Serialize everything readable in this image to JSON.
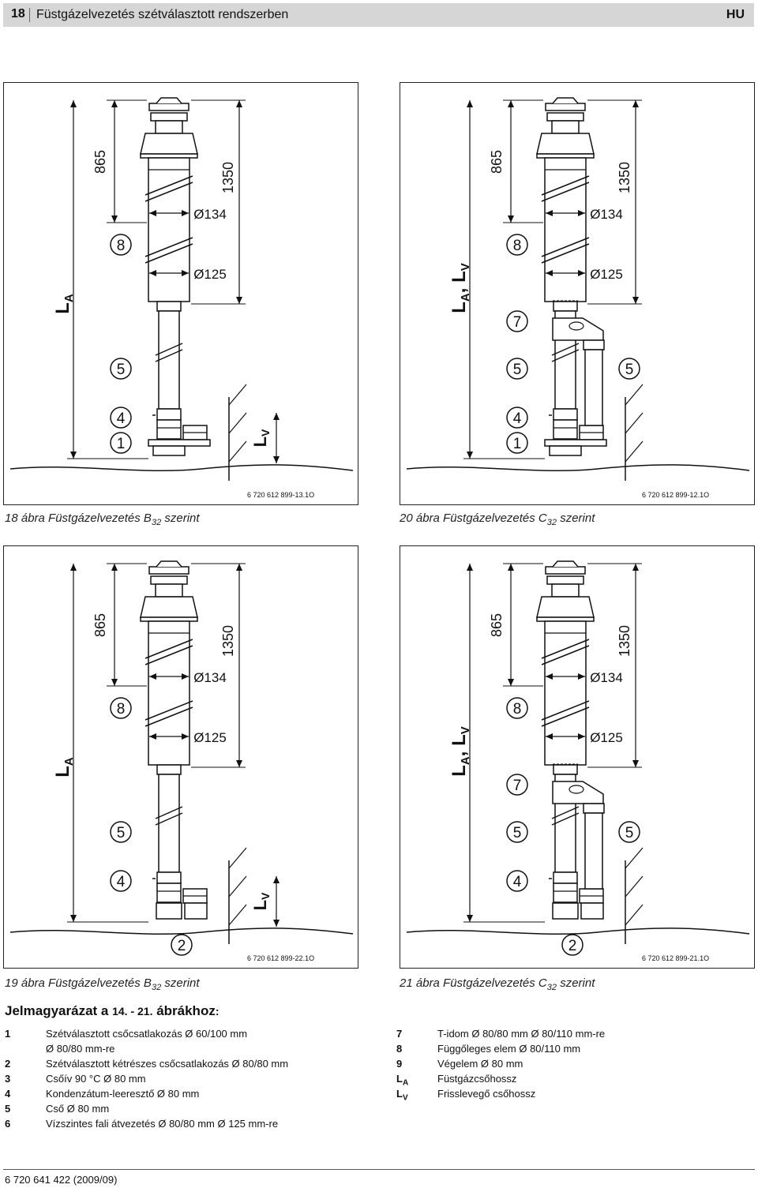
{
  "header": {
    "page_number": "18",
    "title": "Füstgázelvezetés szétválasztott rendszerben",
    "lang": "HU"
  },
  "figures": [
    {
      "code": "6 720 612 899-13.1O",
      "caption_prefix": "18 ábra  Füstgázelvezetés B",
      "caption_sub": "32",
      "caption_suffix": " szerint",
      "side_label": "L",
      "side_sub": "A",
      "side_extra": "",
      "side_extra_sub": "",
      "dim_865": "865",
      "dim_1350": "1350",
      "d134": "Ø134",
      "d125": "Ø125",
      "nums": [
        "8",
        "5",
        "4",
        "1"
      ],
      "lv_label": "L",
      "lv_sub": "V"
    },
    {
      "code": "6 720 612 899-12.1O",
      "caption_prefix": "20 ábra  Füstgázelvezetés C",
      "caption_sub": "32",
      "caption_suffix": " szerint",
      "side_label": "L",
      "side_sub": "A",
      "side_extra": ", L",
      "side_extra_sub": "V",
      "dim_865": "865",
      "dim_1350": "1350",
      "d134": "Ø134",
      "d125": "Ø125",
      "nums": [
        "8",
        "7",
        "5",
        "5",
        "4",
        "1"
      ]
    },
    {
      "code": "6 720 612 899-22.1O",
      "caption_prefix": "19 ábra  Füstgázelvezetés B",
      "caption_sub": "32",
      "caption_suffix": " szerint",
      "side_label": "L",
      "side_sub": "A",
      "side_extra": "",
      "side_extra_sub": "",
      "dim_865": "865",
      "dim_1350": "1350",
      "d134": "Ø134",
      "d125": "Ø125",
      "nums": [
        "8",
        "5",
        "4",
        "2"
      ],
      "lv_label": "L",
      "lv_sub": "V"
    },
    {
      "code": "6 720 612 899-21.1O",
      "caption_prefix": "21 ábra  Füstgázelvezetés C",
      "caption_sub": "32",
      "caption_suffix": " szerint",
      "side_label": "L",
      "side_sub": "A",
      "side_extra": ", L",
      "side_extra_sub": "V",
      "dim_865": "865",
      "dim_1350": "1350",
      "d134": "Ø134",
      "d125": "Ø125",
      "nums": [
        "8",
        "7",
        "5",
        "5",
        "4",
        "2"
      ]
    }
  ],
  "legend": {
    "title_a": "Jelmagyarázat a ",
    "title_b": "14. - 21.",
    "title_c": " ábrákhoz",
    "title_d": ":",
    "left": [
      {
        "n": "1",
        "t": "Szétválasztott csőcsatlakozás Ø 60/100 mm"
      },
      {
        "n": "",
        "t": "Ø 80/80 mm-re"
      },
      {
        "n": "2",
        "t": "Szétválasztott kétrészes csőcsatlakozás Ø 80/80 mm"
      },
      {
        "n": "3",
        "t": "Csőív 90 °C Ø 80 mm"
      },
      {
        "n": "4",
        "t": "Kondenzátum-leeresztő Ø 80 mm"
      },
      {
        "n": "5",
        "t": "Cső Ø 80 mm"
      },
      {
        "n": "6",
        "t": "Vízszintes fali átvezetés Ø 80/80 mm Ø 125 mm-re"
      }
    ],
    "right": [
      {
        "n": "7",
        "t": "T-idom Ø 80/80 mm Ø 80/110 mm-re"
      },
      {
        "n": "8",
        "t": "Függőleges elem Ø 80/110 mm"
      },
      {
        "n": "9",
        "t": "Végelem Ø 80 mm"
      },
      {
        "n": "L",
        "nsub": "A",
        "t": "Füstgázcsőhossz"
      },
      {
        "n": "L",
        "nsub": "V",
        "t": "Frisslevegő csőhossz"
      }
    ]
  },
  "footer": "6 720 641 422 (2009/09)"
}
